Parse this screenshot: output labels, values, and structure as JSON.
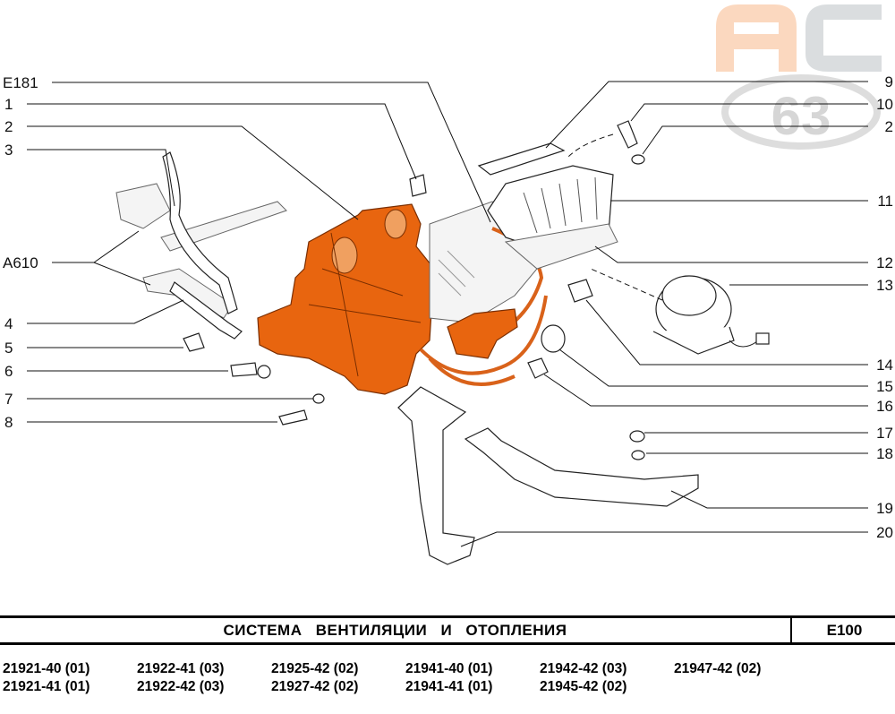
{
  "diagram": {
    "labels_left": [
      "E181",
      "1",
      "2",
      "3",
      "A610",
      "4",
      "5",
      "6",
      "7",
      "8"
    ],
    "labels_right": [
      "9",
      "10",
      "2",
      "11",
      "12",
      "13",
      "14",
      "15",
      "16",
      "17",
      "18",
      "19",
      "20"
    ]
  },
  "logo": {
    "letters": "AC",
    "number": "63"
  },
  "footer": {
    "title": "СИСТЕМА ВЕНТИЛЯЦИИ И ОТОПЛЕНИЯ",
    "code": "E100",
    "models": [
      "21921-40 (01)",
      "21922-41 (03)",
      "21925-42 (02)",
      "21941-40 (01)",
      "21942-42 (03)",
      "21947-42 (02)",
      "21921-41 (01)",
      "21922-42 (03)",
      "21927-42 (02)",
      "21941-41 (01)",
      "21945-42 (02)"
    ]
  },
  "colors": {
    "highlight": "#e8650f",
    "logo_orange": "#fbd2b4",
    "logo_gray": "#d4d8da"
  }
}
